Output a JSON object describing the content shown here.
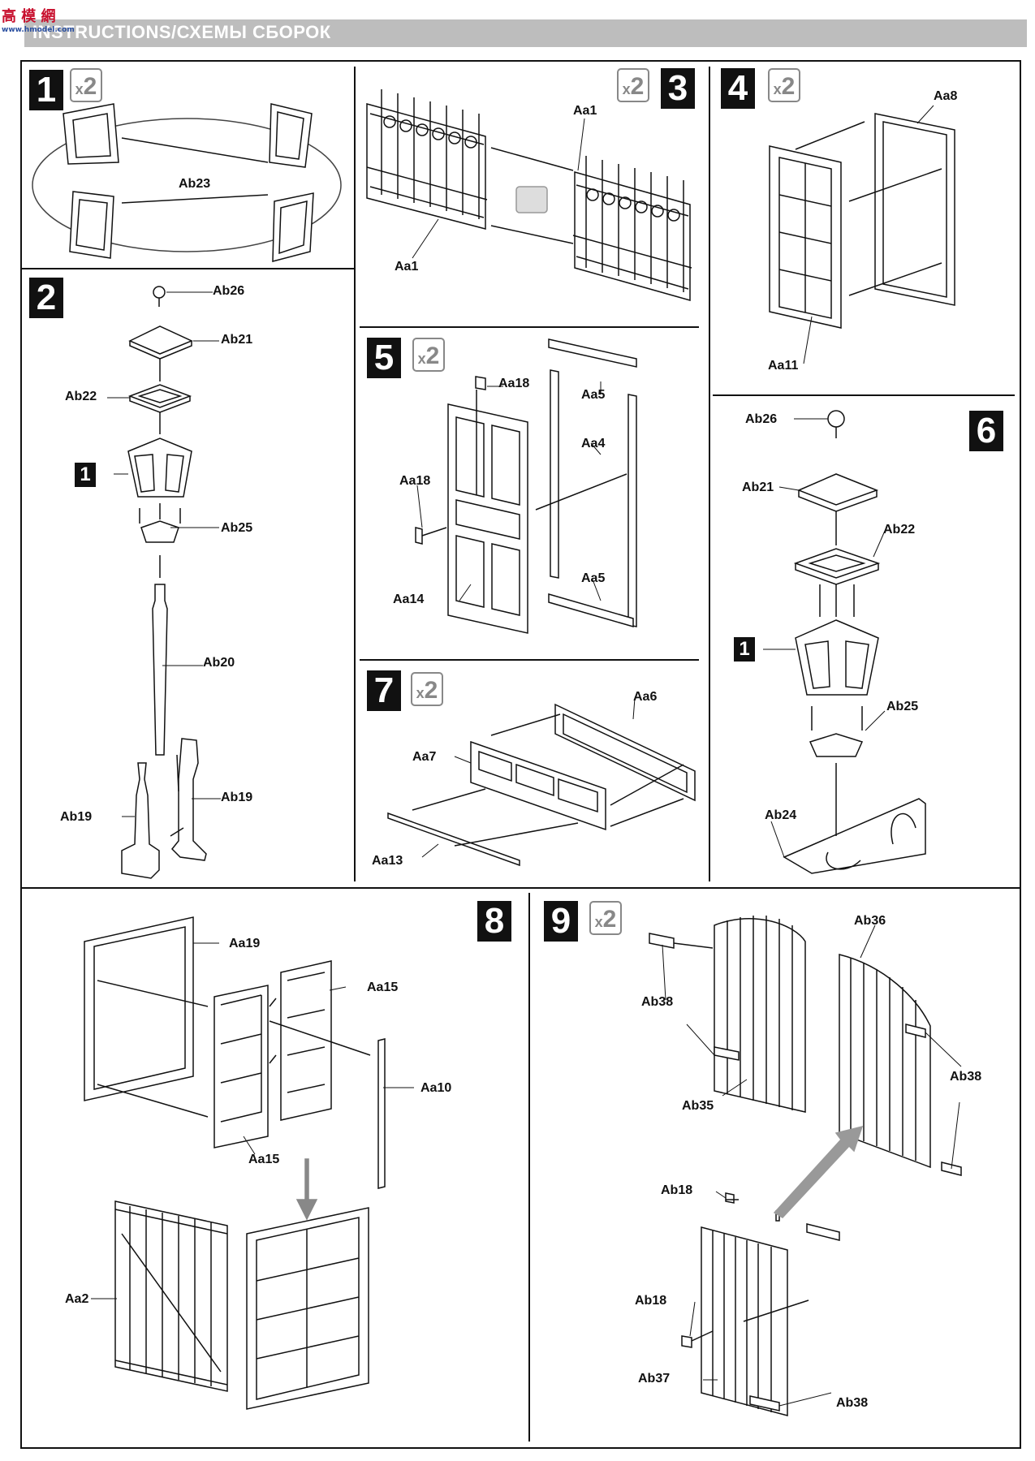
{
  "watermark": {
    "main": "高 模 網",
    "sub": "www.hmodel.com"
  },
  "header": {
    "title": "INSTRUCTIONS/СХЕМЫ СБОРОК"
  },
  "steps": [
    {
      "number": "1",
      "multiplier": "2",
      "labels": [
        "Ab23"
      ]
    },
    {
      "number": "2",
      "labels": [
        "Ab26",
        "Ab21",
        "Ab22",
        "1",
        "Ab25",
        "Ab20",
        "Ab19",
        "Ab19"
      ]
    },
    {
      "number": "3",
      "multiplier": "2",
      "labels": [
        "Aa1",
        "Aa1"
      ]
    },
    {
      "number": "4",
      "multiplier": "2",
      "labels": [
        "Aa8",
        "Aa11"
      ]
    },
    {
      "number": "5",
      "multiplier": "2",
      "labels": [
        "Aa18",
        "Aa5",
        "Aa4",
        "Aa18",
        "Aa5",
        "Aa14"
      ]
    },
    {
      "number": "6",
      "labels": [
        "Ab26",
        "Ab21",
        "Ab22",
        "1",
        "Ab25",
        "Ab24"
      ]
    },
    {
      "number": "7",
      "multiplier": "2",
      "labels": [
        "Aa6",
        "Aa7",
        "Aa13"
      ]
    },
    {
      "number": "8",
      "labels": [
        "Aa19",
        "Aa15",
        "Aa10",
        "Aa15",
        "Aa2"
      ]
    },
    {
      "number": "9",
      "multiplier": "2",
      "labels": [
        "Ab36",
        "Ab38",
        "Ab38",
        "Ab35",
        "Ab18",
        "Ab18",
        "Ab37",
        "Ab38"
      ]
    }
  ],
  "multiplier_prefix": "x"
}
